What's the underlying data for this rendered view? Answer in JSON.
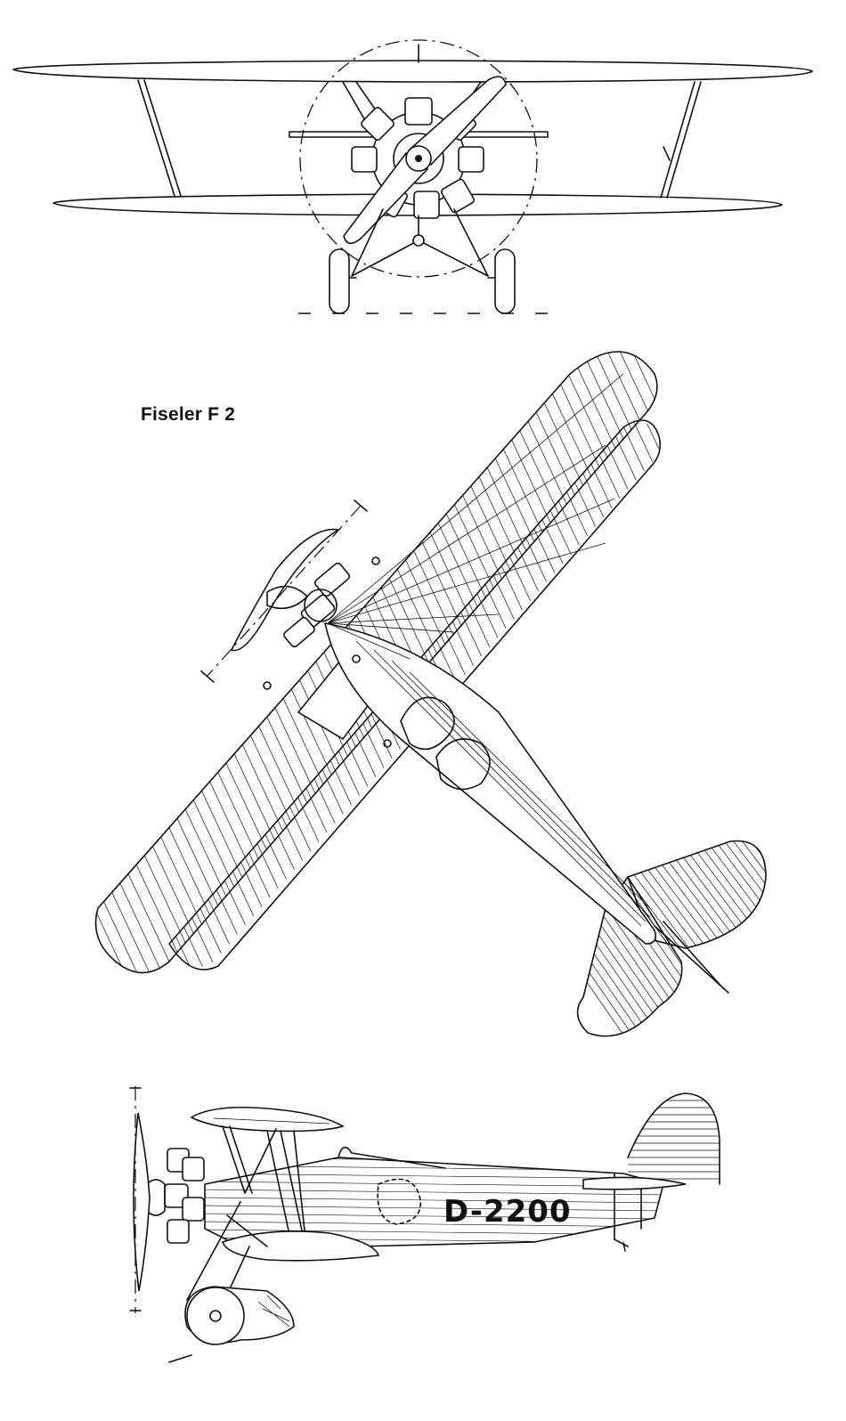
{
  "drawing": {
    "title": "Fiseler F 2",
    "registration": "D-2200",
    "line_color": "#111111",
    "background": "#ffffff"
  },
  "views": [
    {
      "name": "front-view"
    },
    {
      "name": "top-view"
    },
    {
      "name": "side-view"
    }
  ]
}
